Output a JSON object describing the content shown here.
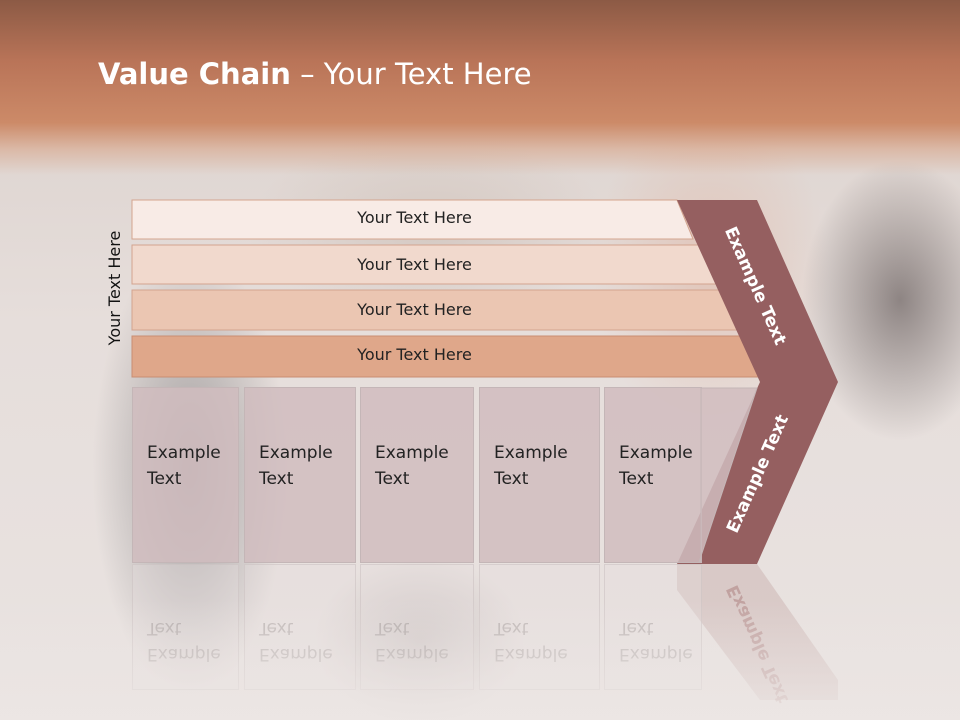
{
  "slide": {
    "title_bold": "Value Chain",
    "title_rest": " – Your Text Here",
    "side_label": "Your Text Here",
    "bars": [
      {
        "label": "Your Text Here",
        "fill": "#f8ebe6"
      },
      {
        "label": "Your Text Here",
        "fill": "#f1d9cd"
      },
      {
        "label": "Your Text Here",
        "fill": "#ebc6b2"
      },
      {
        "label": "Your Text Here",
        "fill": "#dfa78a"
      }
    ],
    "cells": [
      {
        "line1": "Example",
        "line2": "Text"
      },
      {
        "line1": "Example",
        "line2": "Text"
      },
      {
        "line1": "Example",
        "line2": "Text"
      },
      {
        "line1": "Example",
        "line2": "Text"
      },
      {
        "line1": "Example",
        "line2": "Text"
      }
    ],
    "chevron": {
      "upper_label": "Example Text",
      "lower_label": "Example Text",
      "color": "#955f60"
    },
    "colors": {
      "header": "#c27c5f",
      "title_text": "#ffffff",
      "cell_fill": "#d0bcbe"
    }
  }
}
